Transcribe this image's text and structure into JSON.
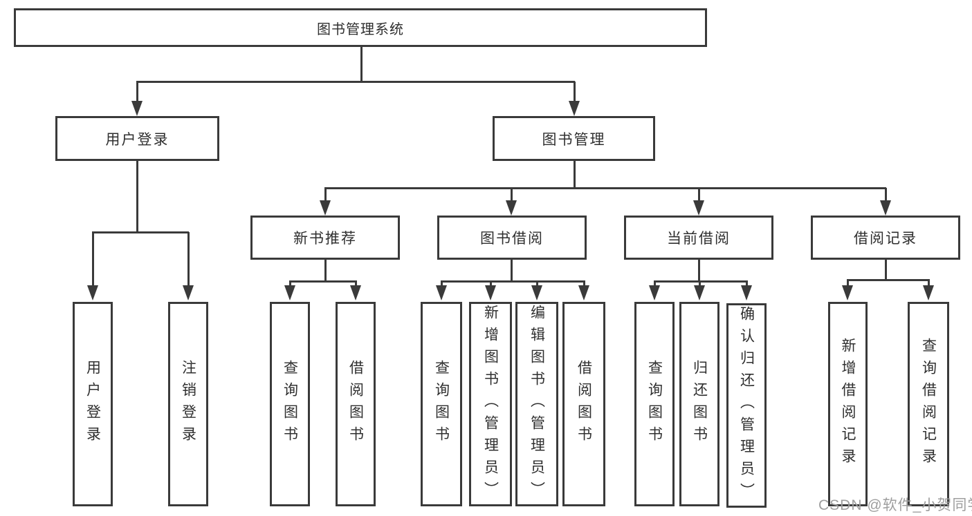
{
  "diagram_type": "hierarchy-tree",
  "watermark": "CSDN @软件_小贺同学",
  "colors": {
    "line": "#3a3a3a",
    "box_border": "#3a3a3a",
    "box_fill": "#ffffff",
    "text": "#2f2f2f",
    "watermark": "#9e9e9e",
    "background": "#ffffff"
  },
  "tree": {
    "label": "图书管理系统",
    "children": [
      {
        "label": "用户登录",
        "children": [
          {
            "label": "用户登录"
          },
          {
            "label": "注销登录"
          }
        ]
      },
      {
        "label": "图书管理",
        "children": [
          {
            "label": "新书推荐",
            "children": [
              {
                "label": "查询图书"
              },
              {
                "label": "借阅图书"
              }
            ]
          },
          {
            "label": "图书借阅",
            "children": [
              {
                "label": "查询图书"
              },
              {
                "label": "新增图书（管理员）"
              },
              {
                "label": "编辑图书（管理员）"
              },
              {
                "label": "借阅图书"
              }
            ]
          },
          {
            "label": "当前借阅",
            "children": [
              {
                "label": "查询图书"
              },
              {
                "label": "归还图书"
              },
              {
                "label": "确认归还（管理员）"
              }
            ]
          },
          {
            "label": "借阅记录",
            "children": [
              {
                "label": "新增借阅记录"
              },
              {
                "label": "查询借阅记录"
              }
            ]
          }
        ]
      }
    ]
  }
}
